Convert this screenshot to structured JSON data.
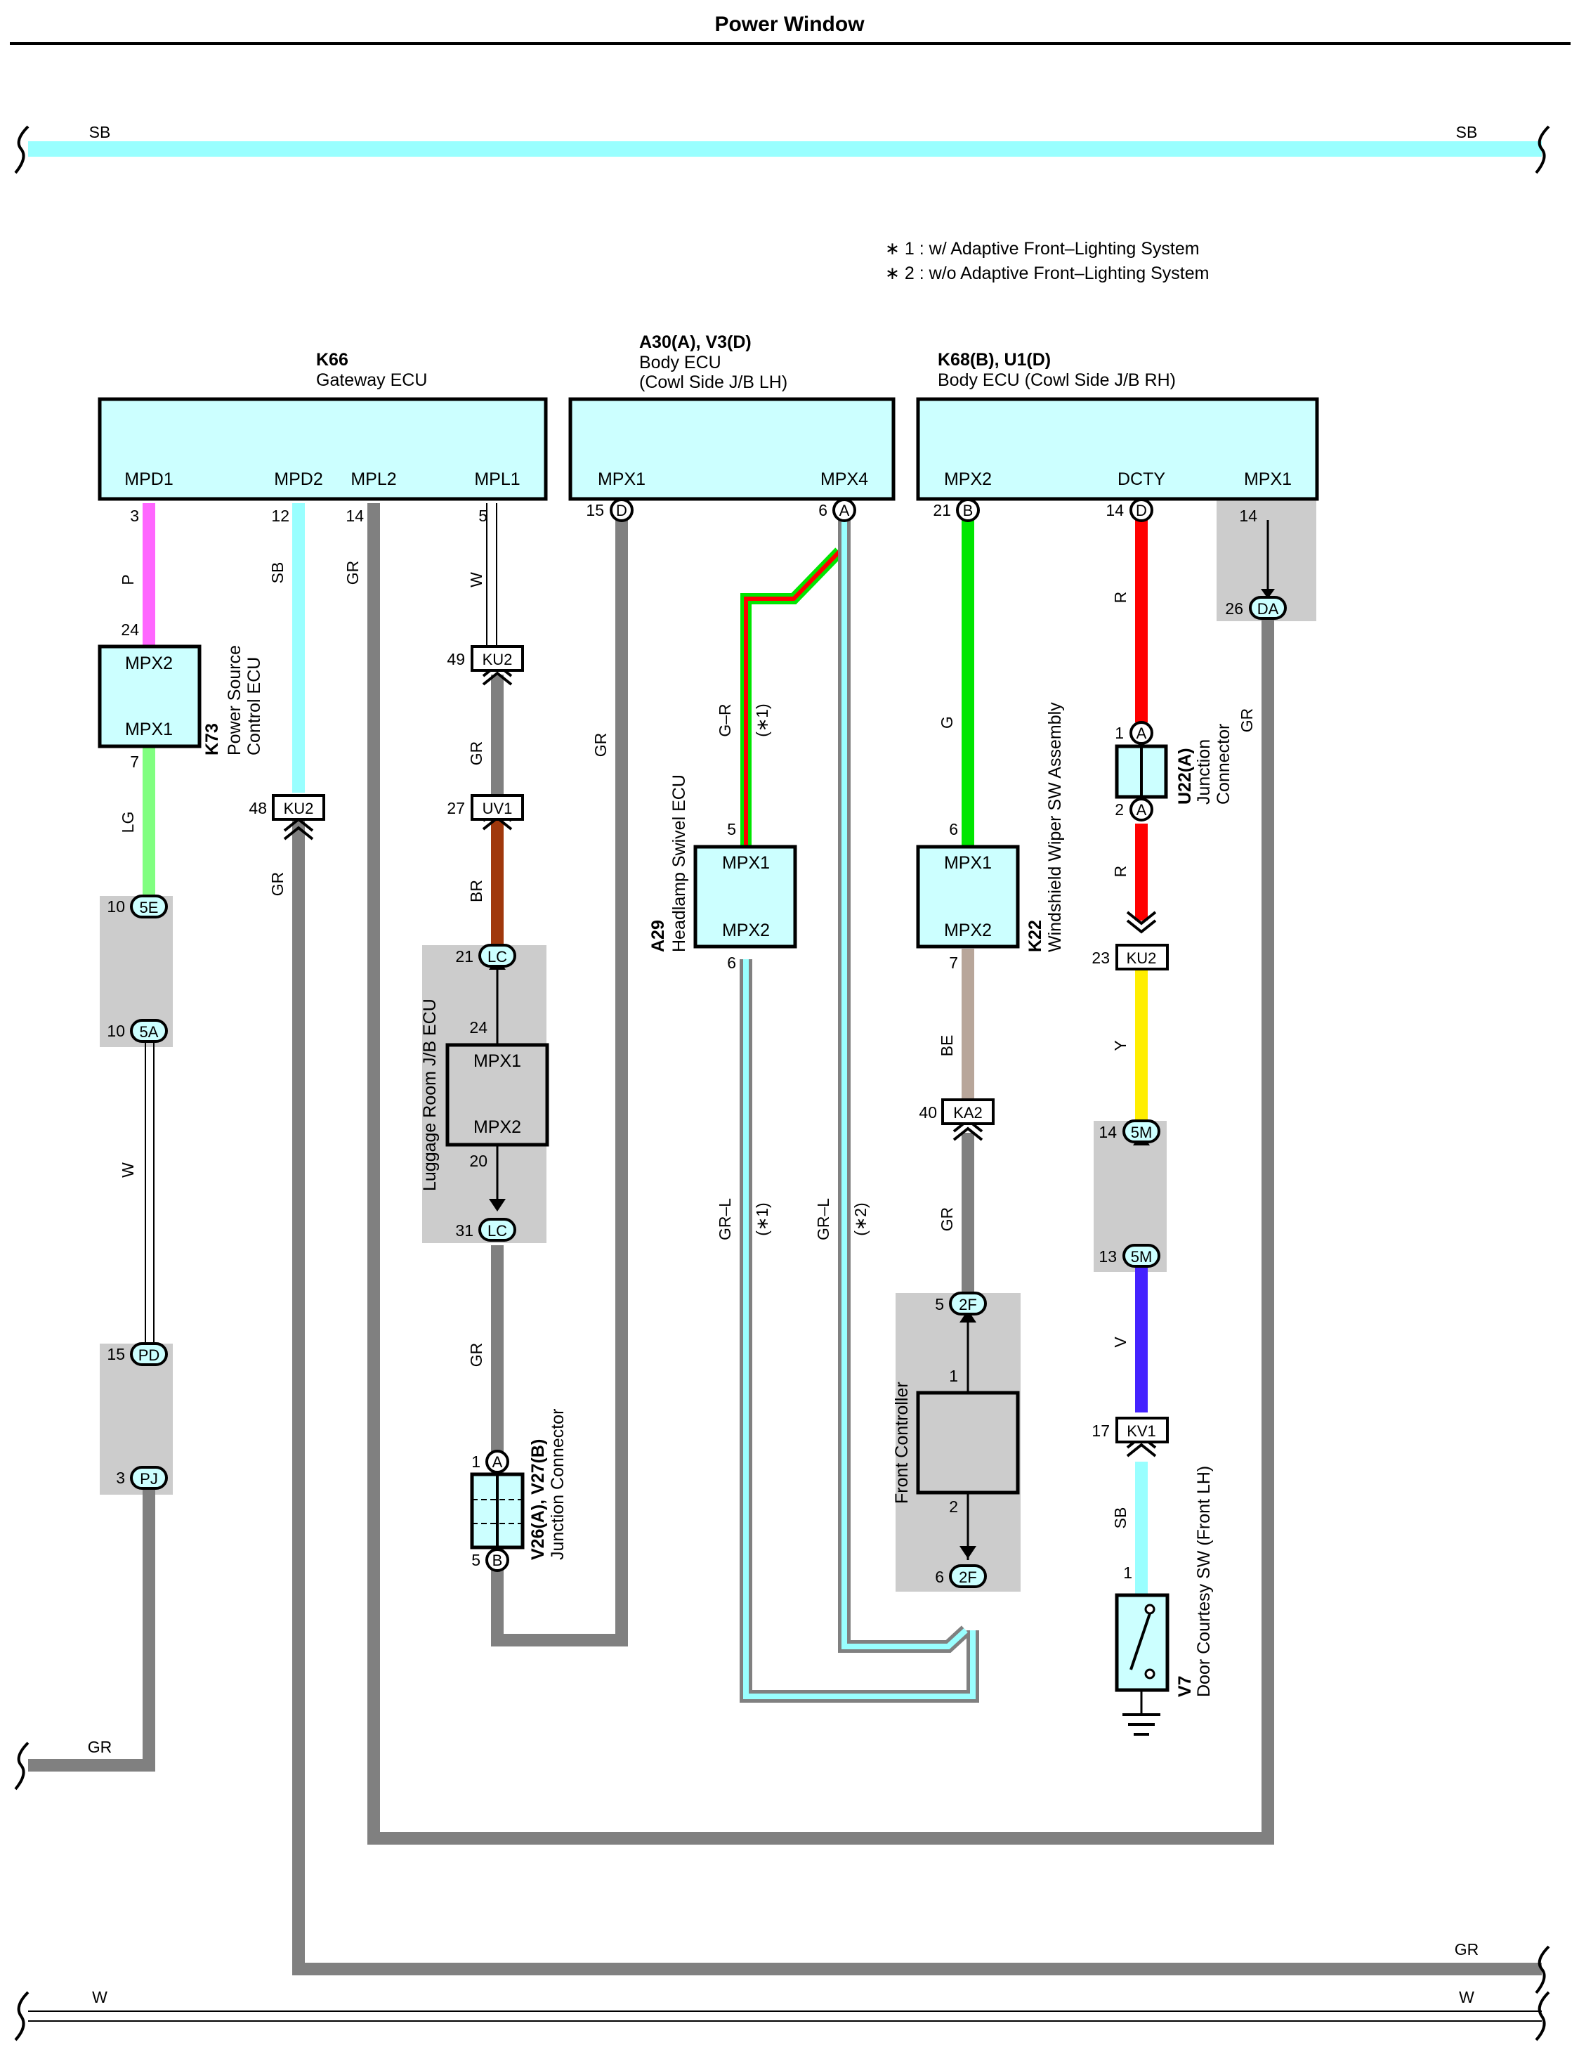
{
  "title": "Power Window",
  "notes": [
    "∗ 1 : w/ Adaptive Front–Lighting System",
    "∗ 2 : w/o Adaptive Front–Lighting System"
  ],
  "buses": {
    "sb_left": "SB",
    "sb_right": "SB",
    "gr_left": "GR",
    "gr_right": "GR",
    "w_left": "W",
    "w_right": "W"
  },
  "components": {
    "k66": {
      "code": "K66",
      "name": "Gateway ECU",
      "terminals": [
        "MPD1",
        "MPD2",
        "MPL2",
        "MPL1"
      ]
    },
    "a30": {
      "code": "A30(A), V3(D)",
      "name1": "Body ECU",
      "name2": "(Cowl Side J/B LH)",
      "terminals": [
        "MPX1",
        "MPX4"
      ]
    },
    "k68": {
      "code": "K68(B), U1(D)",
      "name": "Body ECU (Cowl Side J/B RH)",
      "terminals": [
        "MPX2",
        "DCTY",
        "MPX1"
      ]
    },
    "k73": {
      "code": "K73",
      "name1": "Power Source",
      "name2": "Control ECU",
      "terminals": [
        "MPX2",
        "MPX1"
      ]
    },
    "luggage": {
      "name": "Luggage Room J/B ECU",
      "terminals": [
        "MPX1",
        "MPX2"
      ]
    },
    "a29": {
      "code": "A29",
      "name": "Headlamp Swivel ECU",
      "terminals": [
        "MPX1",
        "MPX2"
      ]
    },
    "k22": {
      "code": "K22",
      "name": "Windshield Wiper SW Assembly",
      "terminals": [
        "MPX1",
        "MPX2"
      ]
    },
    "u22": {
      "code": "U22(A)",
      "name1": "Junction",
      "name2": "Connector"
    },
    "v26": {
      "code": "V26(A), V27(B)",
      "name": "Junction Connector"
    },
    "front_controller": {
      "name": "Front Controller"
    },
    "v7": {
      "code": "V7",
      "name": "Door Courtesy SW (Front LH)"
    }
  },
  "wire_labels": {
    "p": "P",
    "lg": "LG",
    "w1": "W",
    "sb1": "SB",
    "gr1": "GR",
    "gr2": "GR",
    "w2": "W",
    "gr3": "GR",
    "br": "BR",
    "gr4": "GR",
    "gr5": "GR",
    "gr_star": "G–R",
    "star1a": "(∗1)",
    "grl1": "GR–L",
    "star1b": "(∗1)",
    "grl2": "GR–L",
    "star2": "(∗2)",
    "g": "G",
    "be": "BE",
    "gr6": "GR",
    "r1": "R",
    "r2": "R",
    "y": "Y",
    "v": "V",
    "sb2": "SB",
    "gr7": "GR"
  },
  "connectors": {
    "c5e": "5E",
    "c5a": "5A",
    "cpd": "PD",
    "cpj": "PJ",
    "ku2a": "KU2",
    "ku2b": "KU2",
    "ku2c": "KU2",
    "uv1": "UV1",
    "lc1": "LC",
    "lc2": "LC",
    "ka2": "KA2",
    "f2a": "2F",
    "f2b": "2F",
    "m5a": "5M",
    "m5b": "5M",
    "kv1": "KV1",
    "da": "DA",
    "d1": "D",
    "a1": "A",
    "b1": "B",
    "d2": "D",
    "ua1": "A",
    "ua2": "A",
    "va": "A",
    "vb": "B"
  },
  "pins": {
    "p3": "3",
    "p24": "24",
    "p7": "7",
    "p10a": "10",
    "p10b": "10",
    "p15a": "15",
    "p3b": "3",
    "p12": "12",
    "p48": "48",
    "p14a": "14",
    "p5a": "5",
    "p49": "49",
    "p27": "27",
    "p21a": "21",
    "p24b": "24",
    "p20": "20",
    "p31": "31",
    "p1a": "1",
    "p5b": "5",
    "p15b": "15",
    "p6a": "6",
    "p5c": "5",
    "p6b": "6",
    "p21b": "21",
    "p6c": "6",
    "p7b": "7",
    "p40": "40",
    "p5d": "5",
    "p1b": "1",
    "p2a": "2",
    "p6d": "6",
    "p14b": "14",
    "p1c": "1",
    "p2b": "2",
    "p23": "23",
    "p14c": "14",
    "p13": "13",
    "p17": "17",
    "p1d": "1",
    "p14d": "14",
    "p26": "26"
  },
  "colors": {
    "grey_wire": "#808080",
    "pink": "#ff66ff",
    "light_green": "#80ff80",
    "sky_blue": "#99ffff",
    "green": "#00e600",
    "red": "#ff0000",
    "yellow": "#ffee00",
    "violet": "#4422ff",
    "brown": "#a0380c",
    "beige": "#b8a69a",
    "ecu_fill": "#ccffff",
    "shade": "#cccccc"
  }
}
